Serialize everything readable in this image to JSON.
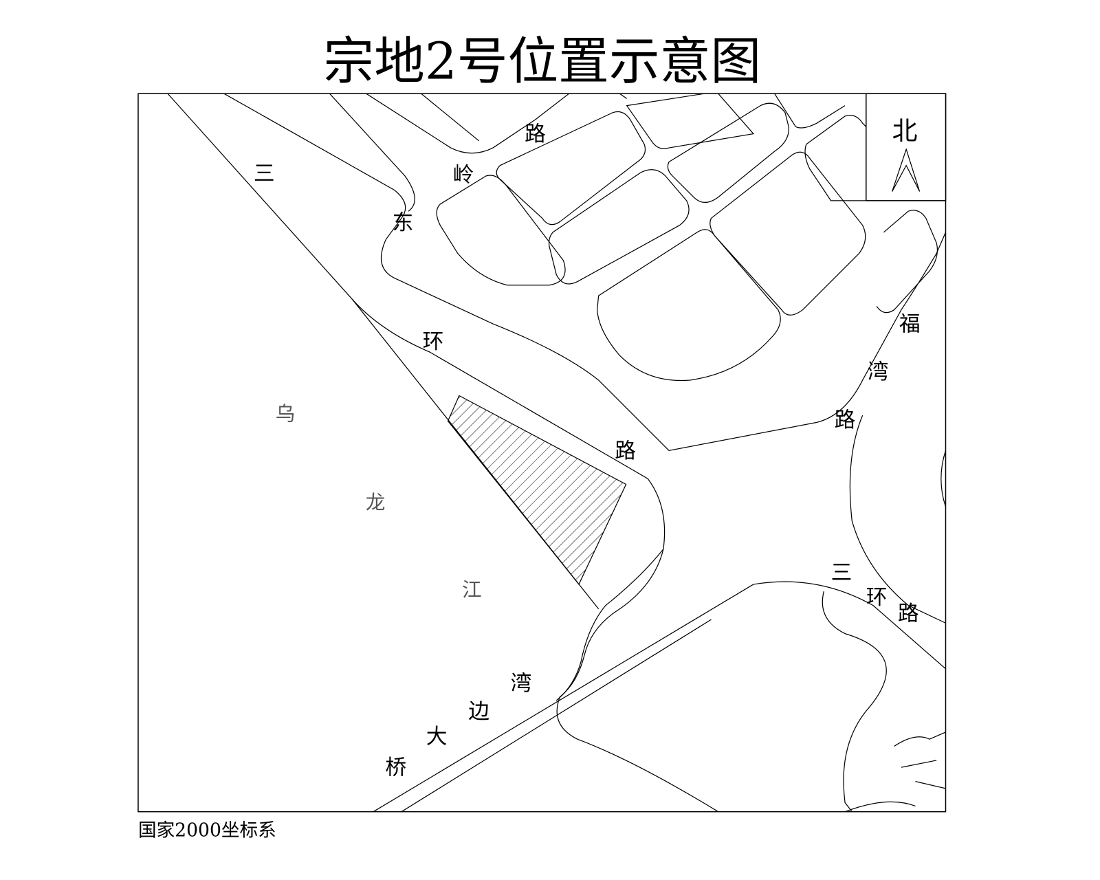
{
  "title": "宗地2号位置示意图",
  "coordinate_system": "国家2000坐标系",
  "north_label": "北",
  "roads": {
    "sanhuan_dongling": [
      "三",
      "东",
      "岭",
      "路"
    ],
    "sanhuan_road_upper": [
      "环",
      "路"
    ],
    "fuwan_road": [
      "福",
      "湾",
      "路"
    ],
    "sanhuan_road_lower": [
      "三",
      "环",
      "路"
    ],
    "bianwan_bridge": [
      "湾",
      "边",
      "大",
      "桥"
    ]
  },
  "river": [
    "乌",
    "龙",
    "江"
  ],
  "colors": {
    "line": "#000000",
    "background": "#ffffff"
  }
}
